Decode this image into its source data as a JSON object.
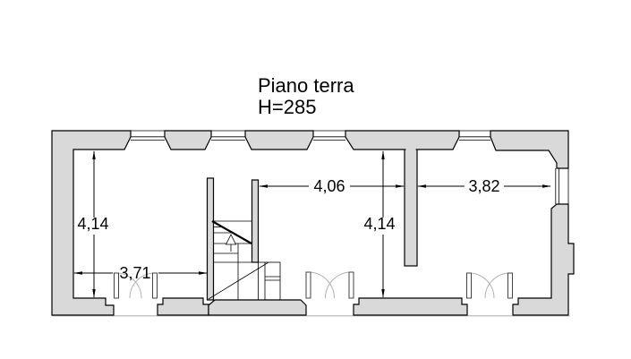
{
  "title": {
    "line1": "Piano terra",
    "line2": "H=285"
  },
  "dimensions": {
    "left_room_height": "4,14",
    "left_room_width": "3,71",
    "center_room_width": "4,06",
    "center_room_height": "4,14",
    "right_room_width": "3,82"
  },
  "colors": {
    "background": "#ffffff",
    "wall_fill": "#d9d9d9",
    "outline": "#000000",
    "door_arc": "#b0b0b0",
    "threshold": "#c6c6c6"
  }
}
